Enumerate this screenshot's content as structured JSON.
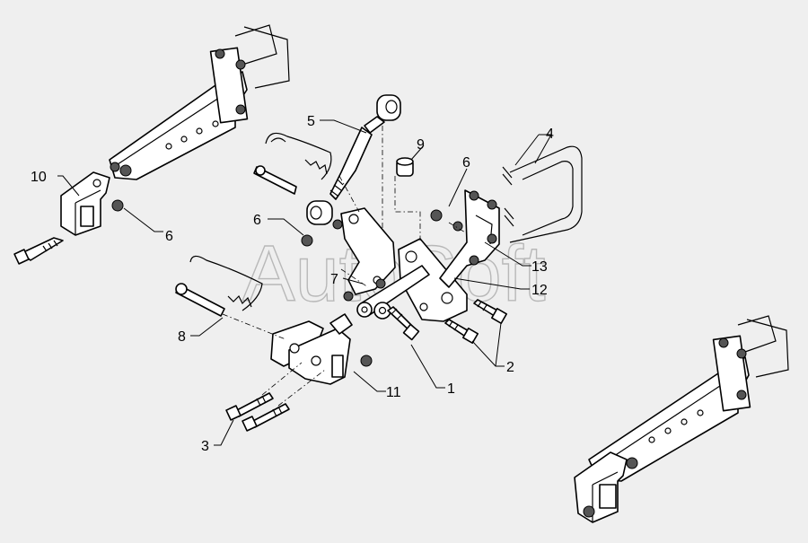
{
  "watermark": "AutoSoft",
  "callouts": {
    "c1": "1",
    "c2": "2",
    "c3": "3",
    "c4": "4",
    "c5": "5",
    "c6a": "6",
    "c6b": "6",
    "c6c": "6",
    "c7": "7",
    "c8": "8",
    "c9": "9",
    "c10": "10",
    "c11": "11",
    "c12": "12",
    "c13": "13"
  },
  "colors": {
    "background": "#efefef",
    "line": "#000000",
    "watermark": "#b8b8b8"
  }
}
